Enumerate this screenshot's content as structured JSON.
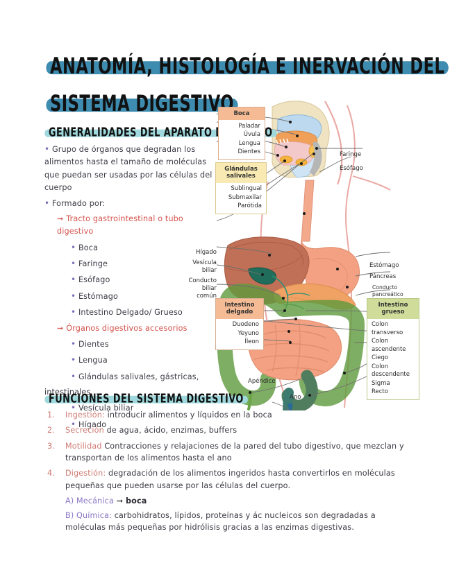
{
  "document": {
    "title_line1": "ANATOMÍA, HISTOLOGÍA E INERVACIÓN DEL",
    "title_line2": "SISTEMA DIGESTIVO",
    "section1_heading": "GENERALIDADES DEL APARATO DIGESTIVO",
    "section2_heading": "FUNCIONES DEL SISTEMA DIGESTIVO"
  },
  "colors": {
    "title_highlight": "#3e8cb0",
    "subheading_highlight": "#9fd9dd",
    "accent_red": "#d4524b",
    "accent_purple": "#8a74c4",
    "box_peach": "#f5bb94",
    "box_yellow": "#f8eab2",
    "box_green": "#cfdc9a"
  },
  "notes": {
    "p1": "Grupo de órganos que degradan los alimentos hasta el tamaño de moléculas que puedan ser usadas por las células del cuerpo",
    "p2": "Formado por:",
    "group1_label": "Tracto gastrointestinal o tubo digestivo",
    "group1_items": [
      "Boca",
      "Faringe",
      "Esófago",
      "Estómago",
      "Intestino Delgado/ Grueso"
    ],
    "group2_label": "Órganos digestivos accesorios",
    "group2_items": [
      "Dientes",
      "Lengua",
      "Glándulas salivales, gástricas,"
    ],
    "group2_overflow": "intestinales...",
    "group2_items_cont": [
      "Vesícula biliar",
      "Hígado"
    ]
  },
  "functions": [
    {
      "num": "1.",
      "key": "Ingestión:",
      "text": " introducir alimentos y líquidos en la boca"
    },
    {
      "num": "2.",
      "key": "Secreción",
      "text": " de agua, ácido, enzimas, buffers"
    },
    {
      "num": "3.",
      "key": "Motilidad",
      "text": " Contracciones y relajaciones de la pared del tubo digestivo, que mezclan y transportan de los alimentos hasta el ano"
    },
    {
      "num": "4.",
      "key": "Digestión:",
      "text": " degradación de los alimentos ingeridos hasta convertirlos en moléculas pequeñas que pueden usarse por las células del cuerpo."
    }
  ],
  "digestion_sub": {
    "a_label": "A) Mecánica",
    "a_arrow": "➞",
    "a_target": "boca",
    "b_label": "B) Química:",
    "b_text": " carbohidratos, lípidos, proteínas y ác nucleicos son degradadas a moléculas más pequeñas por hidrólisis gracias a las enzimas digestivas."
  },
  "diagram": {
    "boxes": [
      {
        "id": "boca",
        "header": "Boca",
        "items": [
          "Paladar",
          "Úvula",
          "Lengua",
          "Dientes"
        ]
      },
      {
        "id": "glandulas-salivales",
        "header": "Glándulas\nsalivales",
        "header_line1": "Glándulas",
        "header_line2": "salivales",
        "items": [
          "Sublingual",
          "Submaxilar",
          "Parótida"
        ]
      },
      {
        "id": "intestino-delgado",
        "header_line1": "Intestino",
        "header_line2": "delgado",
        "items": [
          "Duodeno",
          "Yeyuno",
          "Íleon"
        ]
      },
      {
        "id": "intestino-grueso",
        "header_line1": "Intestino",
        "header_line2": "grueso",
        "items": [
          "Colon transverso",
          "Colon ascendente",
          "Ciego",
          "Colon descendente",
          "Sigma",
          "Recto"
        ]
      }
    ],
    "labels": {
      "faringe": "Faringe",
      "esofago": "Esófago",
      "higado": "Hígado",
      "vesicula_biliar_l1": "Vesícula",
      "vesicula_biliar_l2": "biliar",
      "conducto_biliar_l1": "Conducto",
      "conducto_biliar_l2": "biliar",
      "conducto_biliar_l3": "común",
      "estomago": "Estómago",
      "pancreas": "Páncreas",
      "conducto_pancreatico_l1": "Conducto",
      "conducto_pancreatico_l2": "pancreático",
      "apendice": "Apéndice",
      "ano": "Ano",
      "colon_transverso_l1": "Colon",
      "colon_transverso_l2": "transverso",
      "colon_ascendente_l1": "Colon",
      "colon_ascendente_l2": "ascendente",
      "ciego": "Ciego",
      "colon_descendente_l1": "Colon",
      "colon_descendente_l2": "descendente",
      "sigma": "Sigma",
      "recto": "Recto"
    }
  }
}
